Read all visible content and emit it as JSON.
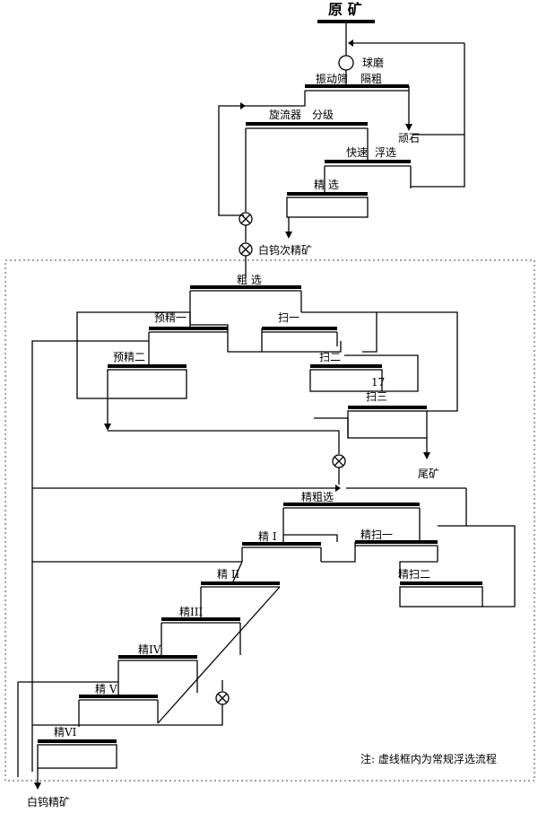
{
  "title": "原 矿",
  "labels": {
    "ball_mill": "球磨",
    "vibrating_screen": "振动筛",
    "screen_oversize": "隔粗",
    "gravel": "顽石",
    "vortex_classifier": "旋流器",
    "classification": "分级",
    "fast_flotation": "快速",
    "flotation": "浮选",
    "cleaning": "精 选",
    "secondary_concentrate": "白钨次精矿",
    "rougher": "粗 选",
    "pre_clean_1": "预精一",
    "pre_clean_2": "预精二",
    "scav_1": "扫一",
    "scav_2": "扫二",
    "num_17": "17",
    "scav_3": "扫三",
    "tailings": "尾矿",
    "clean_rough": "精粗选",
    "clean_1": "精 I",
    "clean_scav_1": "精扫一",
    "clean_scav_2": "精扫二",
    "clean_2": "精 II",
    "clean_3": "精III",
    "clean_4": "精IV",
    "clean_5": "精 V",
    "clean_6": "精VI",
    "final_concentrate": "白钨精矿",
    "note": "注: 虚线框内为常规浮选流程"
  }
}
